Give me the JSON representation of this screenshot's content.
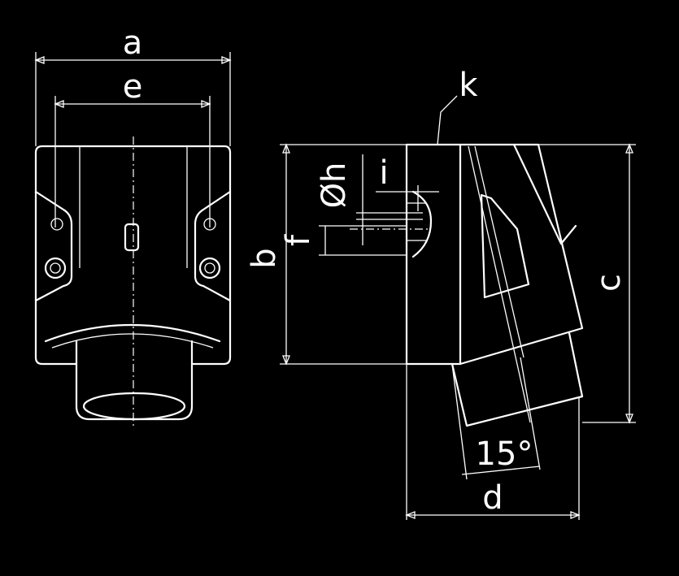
{
  "diagram": {
    "background_color": "#000000",
    "line_color": "#ffffff",
    "dimension_labels": {
      "a": "a",
      "e": "e",
      "k": "k",
      "b": "b",
      "oh": "Øh",
      "i": "i",
      "f": "f",
      "c": "c",
      "angle": "15°",
      "d": "d"
    }
  }
}
